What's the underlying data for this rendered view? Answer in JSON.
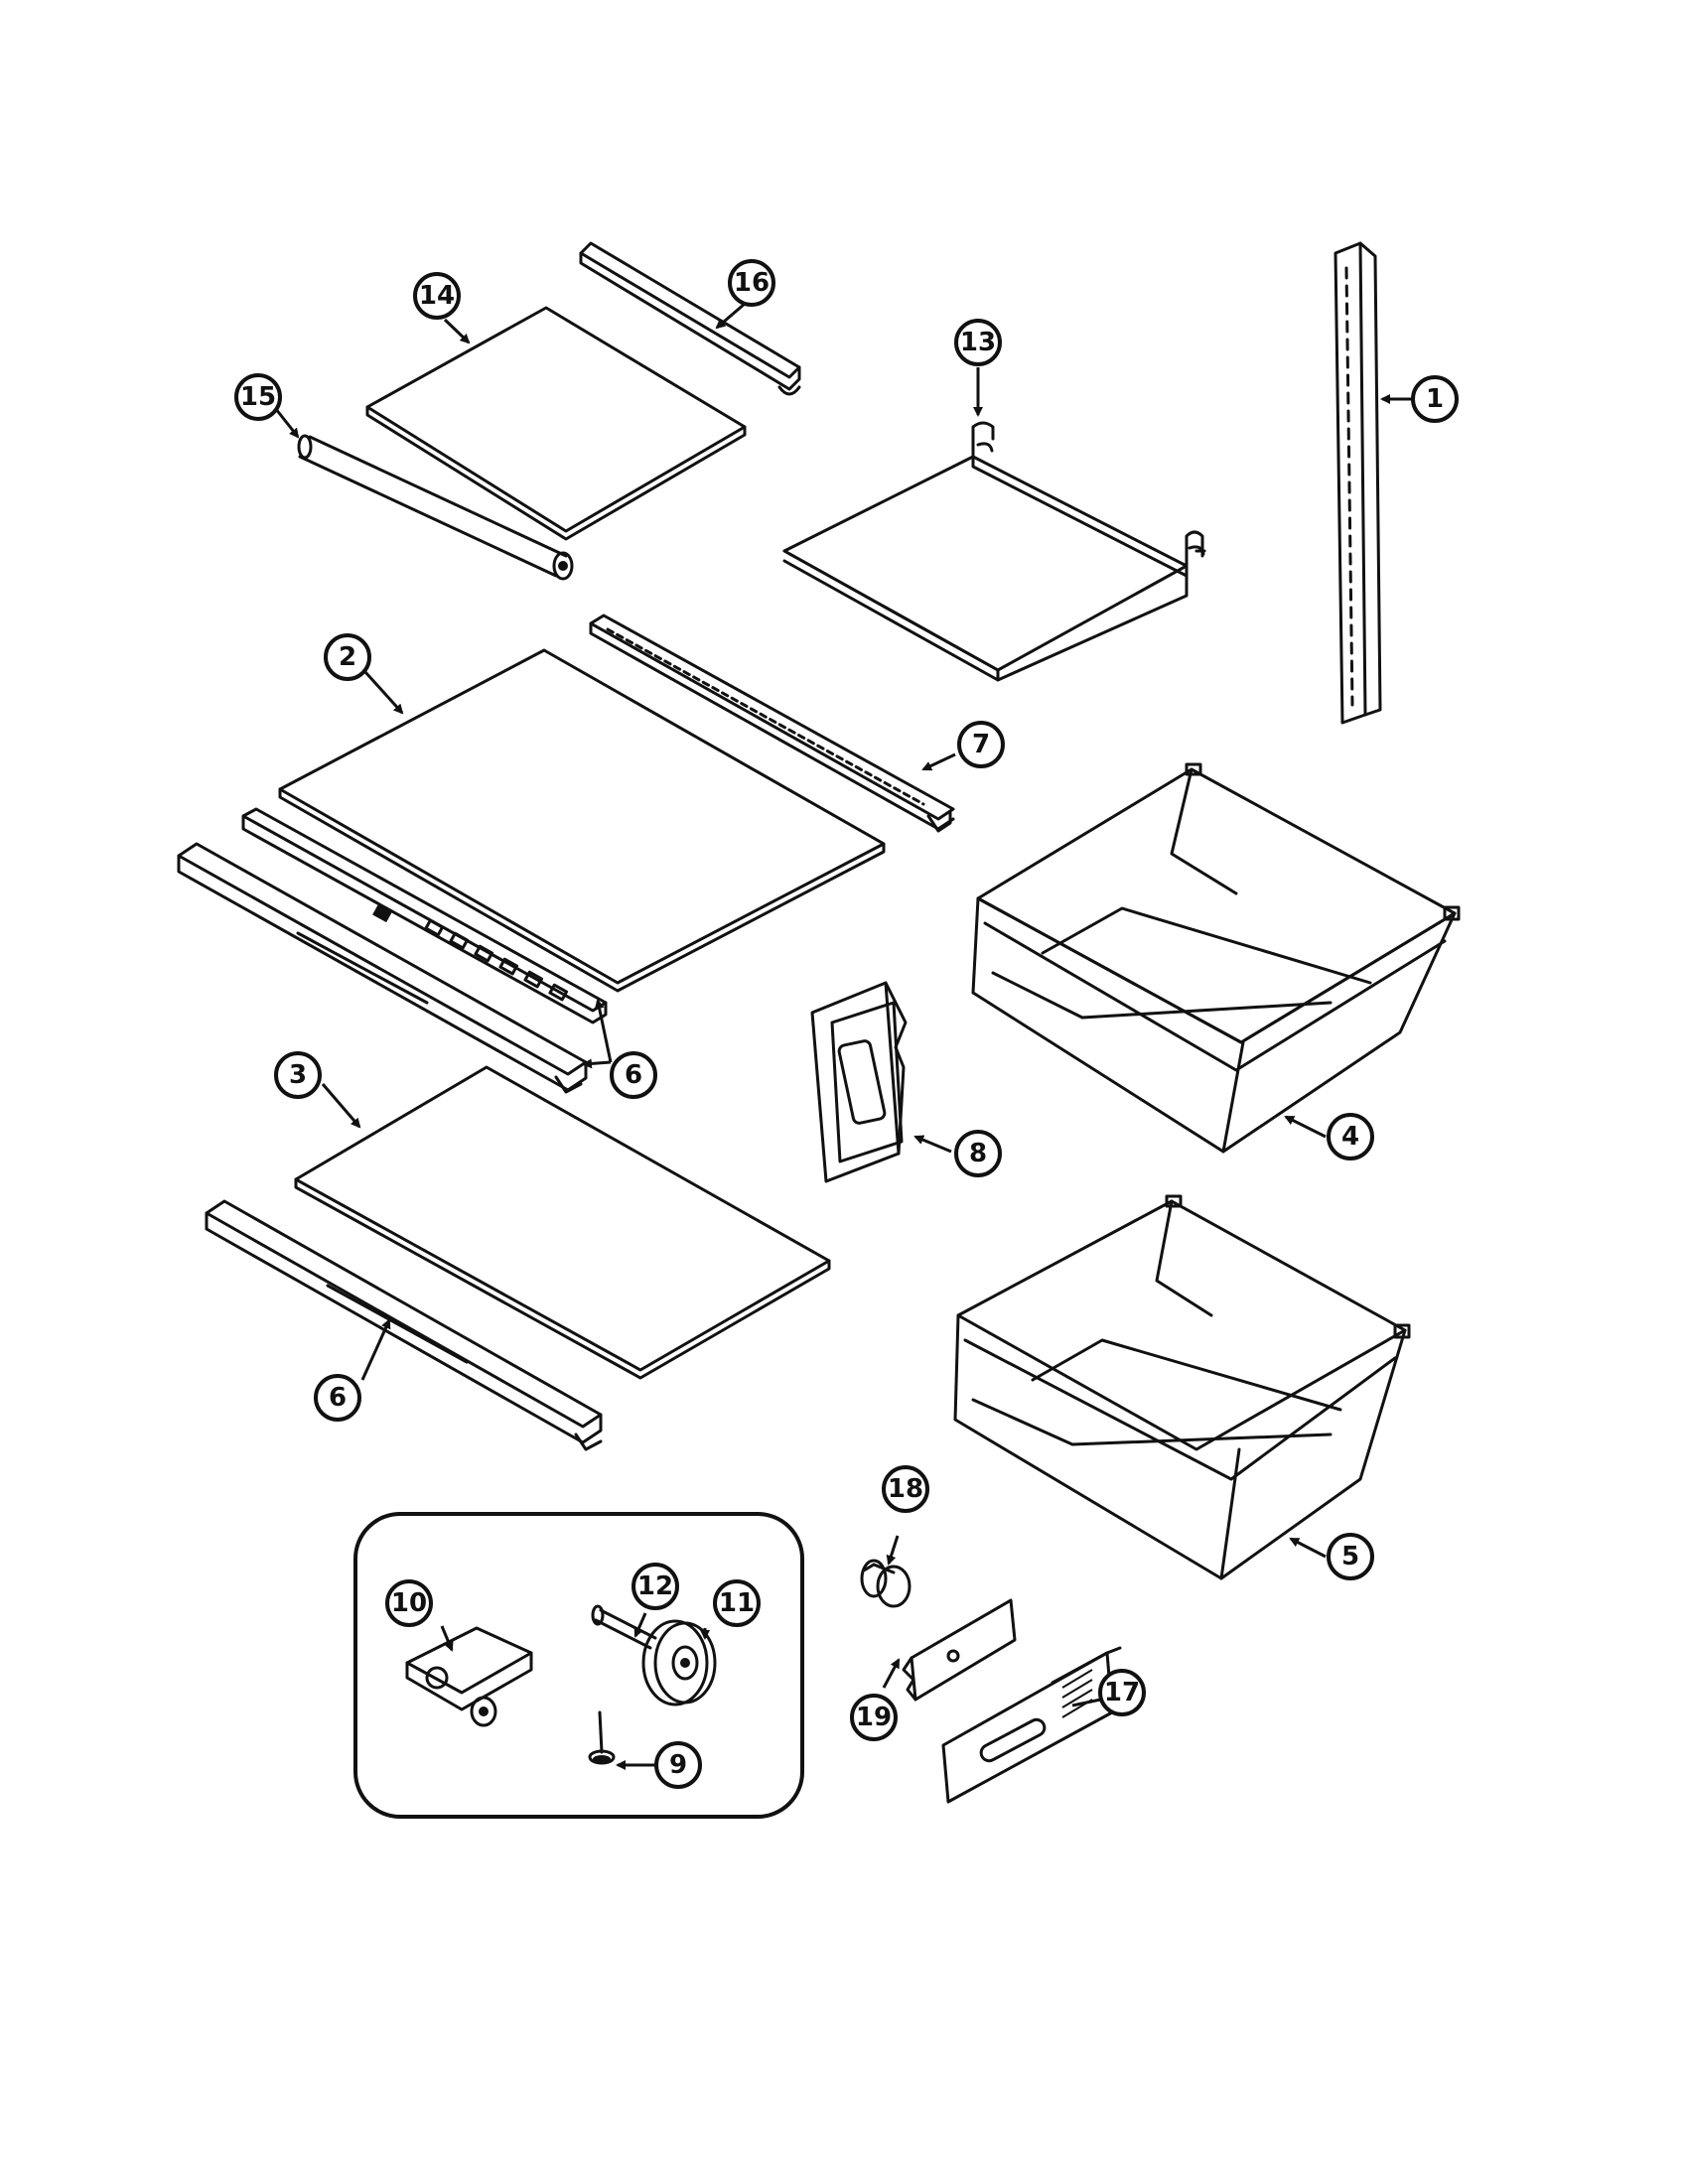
{
  "callouts": {
    "c1": "1",
    "c2": "2",
    "c3": "3",
    "c4": "4",
    "c5": "5",
    "c6a": "6",
    "c6b": "6",
    "c7": "7",
    "c8": "8",
    "c9": "9",
    "c10": "10",
    "c11": "11",
    "c12": "12",
    "c13": "13",
    "c14": "14",
    "c15": "15",
    "c16": "16",
    "c17": "17",
    "c18": "18",
    "c19": "19"
  }
}
